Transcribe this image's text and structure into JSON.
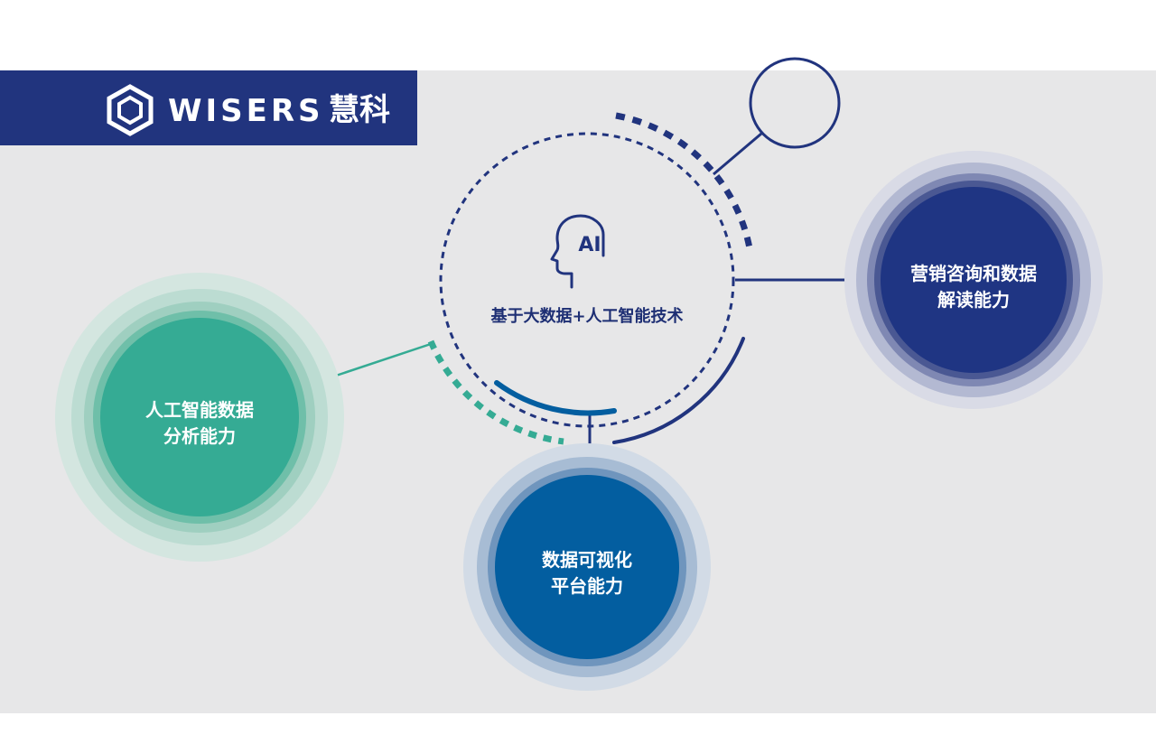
{
  "brand": {
    "wordmark": "WISERS",
    "chinese_name": "慧科",
    "logo_icon": "hexagon-logo-icon"
  },
  "center": {
    "icon": "ai-head-icon",
    "icon_text": "AI",
    "title": "基于大数据+人工智能技术"
  },
  "nodes": [
    {
      "lines": [
        "营销咨询和数据",
        "解读能力"
      ],
      "color": "#1f3583"
    },
    {
      "lines": [
        "人工智能数据",
        "分析能力"
      ],
      "color": "#35ab94"
    },
    {
      "lines": [
        "数据可视化",
        "平台能力"
      ],
      "color": "#035ea0"
    }
  ],
  "colors": {
    "brand_navy": "#21347e",
    "teal": "#35ab94",
    "blue": "#035ea0",
    "panel_gray": "#e7e7e8"
  }
}
